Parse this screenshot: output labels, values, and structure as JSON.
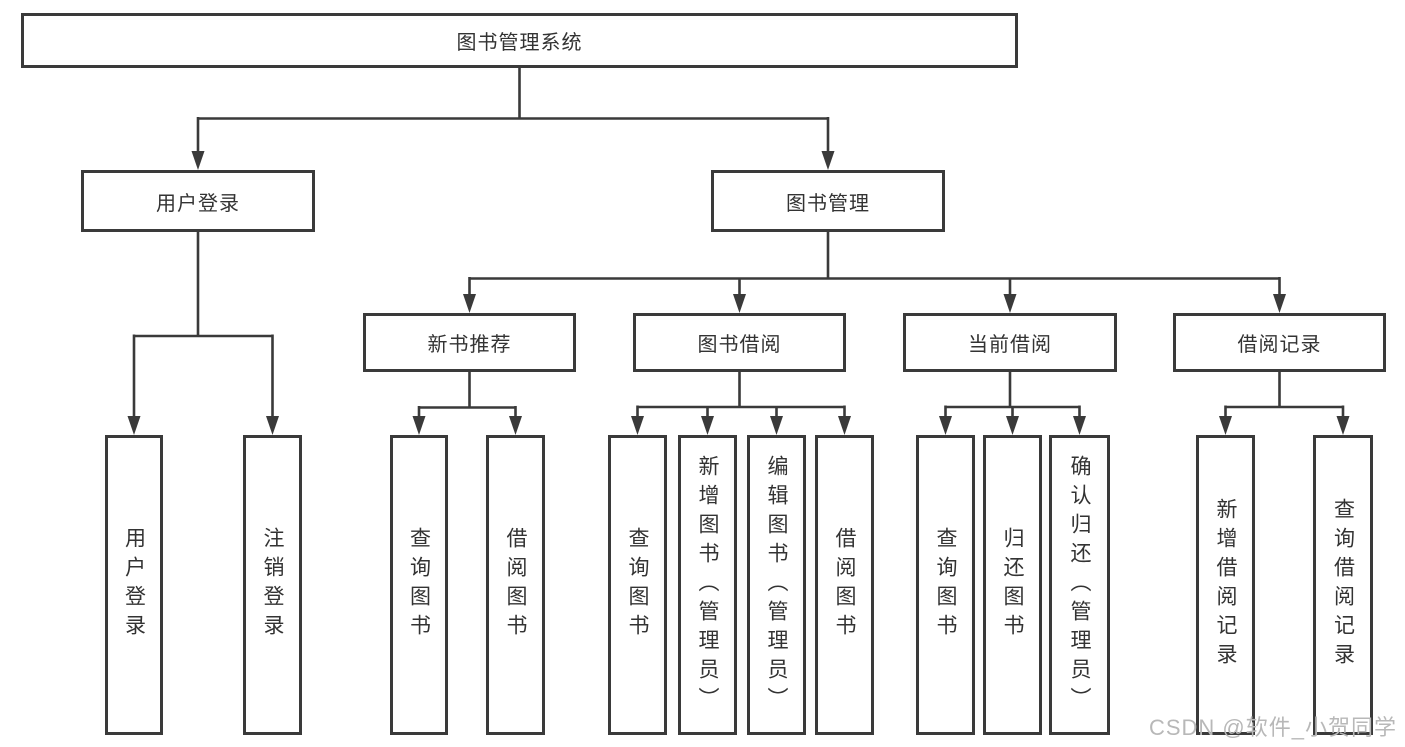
{
  "root": {
    "label": "图书管理系统"
  },
  "branches": [
    {
      "label": "用户登录",
      "children": [
        {
          "label": "用户登录"
        },
        {
          "label": "注销登录"
        }
      ]
    },
    {
      "label": "图书管理",
      "sections": [
        {
          "label": "新书推荐",
          "children": [
            {
              "label": "查询图书"
            },
            {
              "label": "借阅图书"
            }
          ]
        },
        {
          "label": "图书借阅",
          "children": [
            {
              "label": "查询图书"
            },
            {
              "label": "新增图书（管理员）"
            },
            {
              "label": "编辑图书（管理员）"
            },
            {
              "label": "借阅图书"
            }
          ]
        },
        {
          "label": "当前借阅",
          "children": [
            {
              "label": "查询图书"
            },
            {
              "label": "归还图书"
            },
            {
              "label": "确认归还（管理员）"
            }
          ]
        },
        {
          "label": "借阅记录",
          "children": [
            {
              "label": "新增借阅记录"
            },
            {
              "label": "查询借阅记录"
            }
          ]
        }
      ]
    }
  ],
  "watermark": {
    "text": "CSDN @软件_小贺同学"
  },
  "colors": {
    "line": "#3a3a3a",
    "text": "#333333",
    "box_fill": "#ffffff",
    "watermark": "#b8b8b8",
    "background": "#ffffff"
  }
}
